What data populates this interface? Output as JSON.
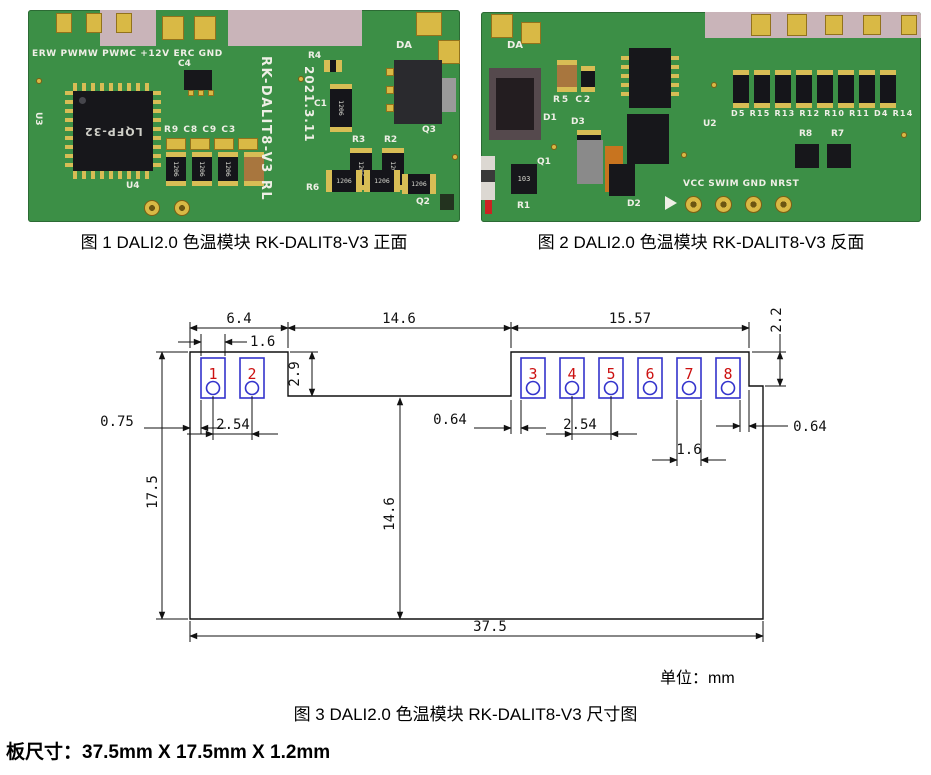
{
  "figures": {
    "fig1_caption": "图 1 DALI2.0 色温模块 RK-DALIT8-V3  正面",
    "fig2_caption": "图 2 DALI2.0 色温模块 RK-DALIT8-V3  反面",
    "fig3_caption": "图 3 DALI2.0 色温模块 RK-DALIT8-V3  尺寸图"
  },
  "pcb_front": {
    "top_labels": "ERW PWMW PWMC +12V ERC  GND",
    "da_label": "DA",
    "chip_label": "LQFP-32",
    "u3": "U3",
    "u4": "U4",
    "c4": "C4",
    "refs_r9_row": "R9 C8 C9 C3",
    "board_name": "RK-DALIT8-V3 RL",
    "date": "2021.3.11",
    "r4": "R4",
    "c1": "C1",
    "r3": "R3",
    "r2": "R2",
    "q3": "Q3",
    "r6": "R6",
    "q2": "Q2",
    "part_code": "1206"
  },
  "pcb_back": {
    "da_label": "DA",
    "r5c2": "R5 C2",
    "d1": "D1",
    "d3": "D3",
    "q1": "Q1",
    "r1": "R1",
    "d2": "D2",
    "u2": "U2",
    "res_row_labels": "D5 R15 R13 R12 R10 R11 D4 R14",
    "r8": "R8",
    "r7": "R7",
    "part_code": "103",
    "bottom_labels": "VCC SWIM GND NRST"
  },
  "drawing": {
    "pins": [
      "1",
      "2",
      "3",
      "4",
      "5",
      "6",
      "7",
      "8"
    ],
    "dims": {
      "d_6_4": "6.4",
      "d_14_6_top": "14.6",
      "d_15_57": "15.57",
      "d_2_2": "2.2",
      "d_1_6_left": "1.6",
      "d_2_9": "2.9",
      "d_0_75": "0.75",
      "d_2_54_left": "2.54",
      "d_0_64_mid": "0.64",
      "d_2_54_right": "2.54",
      "d_1_6_right": "1.6",
      "d_0_64_right": "0.64",
      "d_17_5": "17.5",
      "d_14_6_mid": "14.6",
      "d_37_5": "37.5"
    },
    "unit_label": "单位：mm"
  },
  "footer": {
    "board_size": "板尺寸：37.5mm X 17.5mm X 1.2mm"
  }
}
